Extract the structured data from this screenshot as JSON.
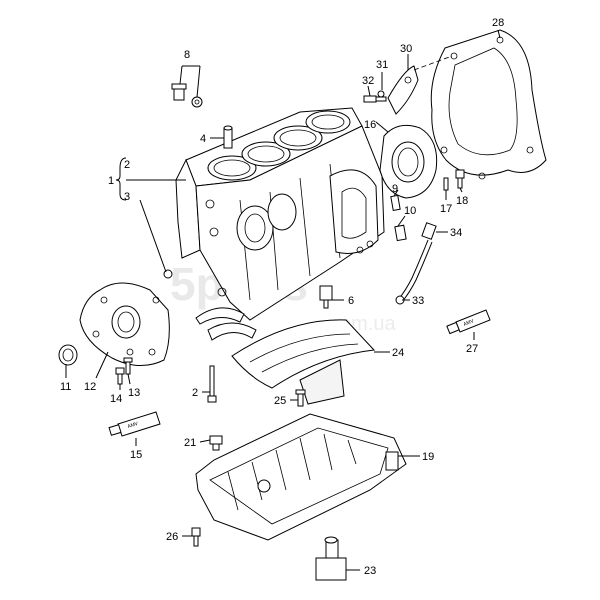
{
  "diagram": {
    "watermark": {
      "brand": "5parts",
      "domain": "com.ua"
    },
    "tube_label": "AMV",
    "callouts": [
      {
        "id": "c1",
        "text": "1"
      },
      {
        "id": "c2a",
        "text": "2"
      },
      {
        "id": "c3",
        "text": "3"
      },
      {
        "id": "c2b",
        "text": "2"
      },
      {
        "id": "c4",
        "text": "4"
      },
      {
        "id": "c6",
        "text": "6"
      },
      {
        "id": "c8",
        "text": "8"
      },
      {
        "id": "c9",
        "text": "9"
      },
      {
        "id": "c10",
        "text": "10"
      },
      {
        "id": "c11",
        "text": "11"
      },
      {
        "id": "c12",
        "text": "12"
      },
      {
        "id": "c13",
        "text": "13"
      },
      {
        "id": "c14",
        "text": "14"
      },
      {
        "id": "c15",
        "text": "15"
      },
      {
        "id": "c16",
        "text": "16"
      },
      {
        "id": "c17",
        "text": "17"
      },
      {
        "id": "c18",
        "text": "18"
      },
      {
        "id": "c19",
        "text": "19"
      },
      {
        "id": "c21",
        "text": "21"
      },
      {
        "id": "c23",
        "text": "23"
      },
      {
        "id": "c24",
        "text": "24"
      },
      {
        "id": "c25",
        "text": "25"
      },
      {
        "id": "c26",
        "text": "26"
      },
      {
        "id": "c27",
        "text": "27"
      },
      {
        "id": "c28",
        "text": "28"
      },
      {
        "id": "c30",
        "text": "30"
      },
      {
        "id": "c31",
        "text": "31"
      },
      {
        "id": "c32",
        "text": "32"
      },
      {
        "id": "c33",
        "text": "33"
      },
      {
        "id": "c34",
        "text": "34"
      }
    ]
  }
}
